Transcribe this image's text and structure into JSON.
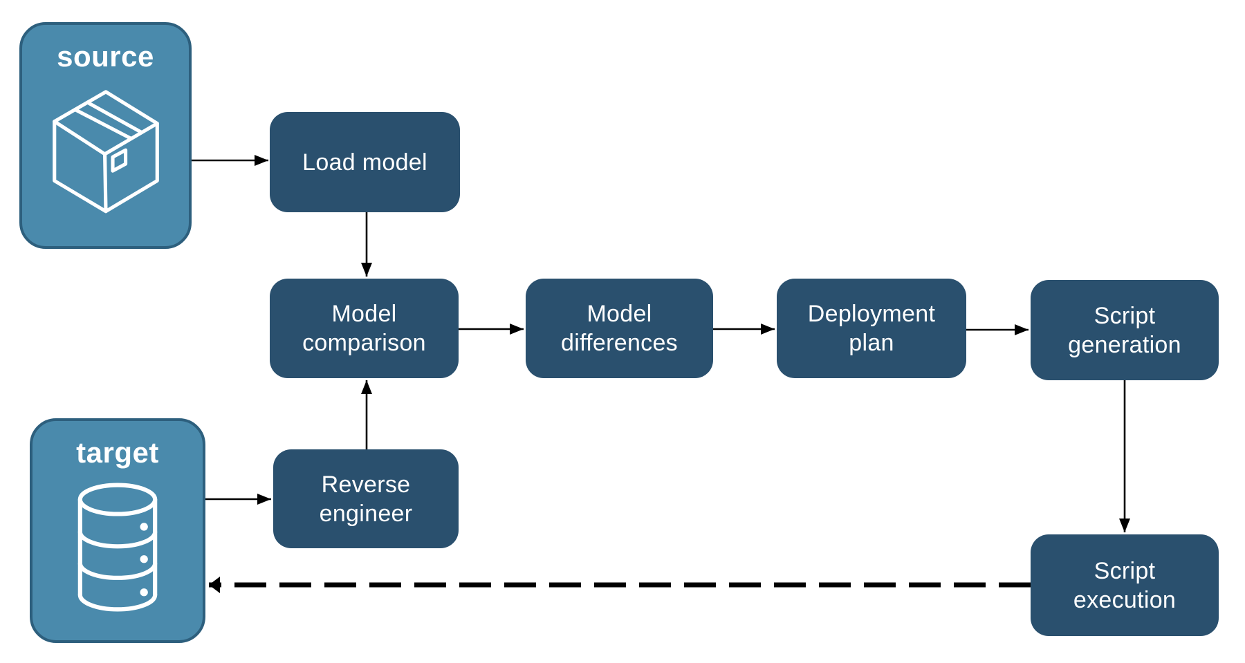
{
  "diagram": {
    "background": "#ffffff",
    "colors": {
      "node_fill": "#2a506e",
      "entity_fill": "#4a8aac",
      "entity_border": "#2d5f7d",
      "label_text": "#ffffff",
      "arrow": "#000000"
    },
    "entities": [
      {
        "id": "source",
        "label": "source",
        "icon": "package-icon"
      },
      {
        "id": "target",
        "label": "target",
        "icon": "database-icon"
      }
    ],
    "nodes": [
      {
        "id": "load-model",
        "label": "Load model"
      },
      {
        "id": "model-comparison",
        "label": "Model comparison"
      },
      {
        "id": "model-differences",
        "label": "Model differences"
      },
      {
        "id": "deployment-plan",
        "label": "Deployment plan"
      },
      {
        "id": "script-generation",
        "label": "Script generation"
      },
      {
        "id": "reverse-engineer",
        "label": "Reverse engineer"
      },
      {
        "id": "script-execution",
        "label": "Script execution"
      }
    ],
    "edges": [
      {
        "from": "source",
        "to": "load-model",
        "style": "solid"
      },
      {
        "from": "load-model",
        "to": "model-comparison",
        "style": "solid"
      },
      {
        "from": "model-comparison",
        "to": "model-differences",
        "style": "solid"
      },
      {
        "from": "model-differences",
        "to": "deployment-plan",
        "style": "solid"
      },
      {
        "from": "deployment-plan",
        "to": "script-generation",
        "style": "solid"
      },
      {
        "from": "target",
        "to": "reverse-engineer",
        "style": "solid"
      },
      {
        "from": "reverse-engineer",
        "to": "model-comparison",
        "style": "solid"
      },
      {
        "from": "script-generation",
        "to": "script-execution",
        "style": "solid"
      },
      {
        "from": "script-execution",
        "to": "target",
        "style": "dashed"
      }
    ]
  }
}
